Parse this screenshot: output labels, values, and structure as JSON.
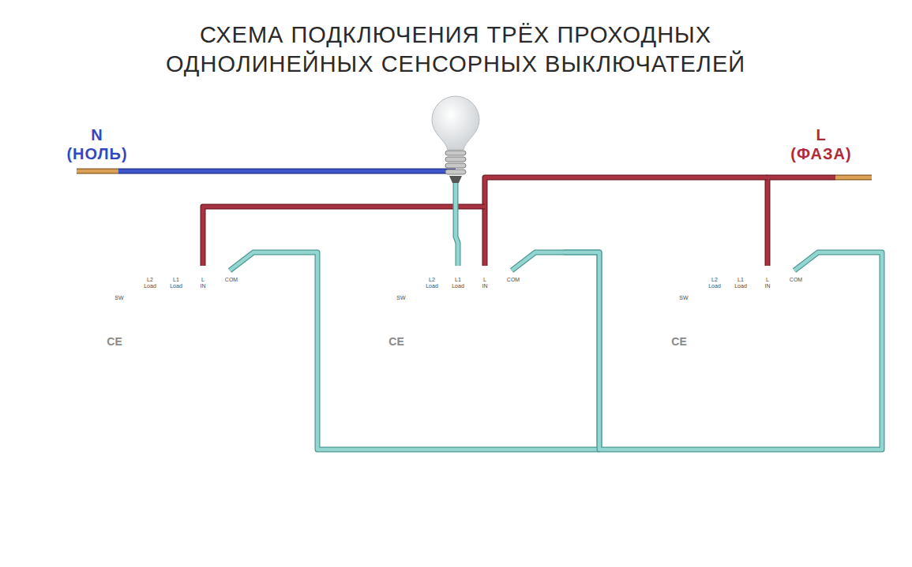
{
  "diagram": {
    "title": "СХЕМА ПОДКЛЮЧЕНИЯ ТРЁХ ПРОХОДНЫХ ОДНОЛИНЕЙНЫХ СЕНСОРНЫХ ВЫКЛЮЧАТЕЛЕЙ",
    "nodes": [
      {
        "text": [
          "SW",
          "L2",
          "Load",
          "L1",
          "Load",
          "L",
          "IN",
          "COM",
          "CE"
        ]
      },
      {
        "text": [
          "SW",
          "L2",
          "Load",
          "L1",
          "Load",
          "L",
          "IN",
          "COM",
          "CE"
        ]
      },
      {
        "text": [
          "SW",
          "L2",
          "Load",
          "L1",
          "Load",
          "L",
          "IN",
          "COM",
          "CE"
        ]
      }
    ],
    "edges": [
      {
        "from": 0,
        "to": 1,
        "arrow": "none"
      },
      {
        "from": 1,
        "to": 2,
        "arrow": "none"
      }
    ],
    "labels": [
      "N",
      "(НОЛЬ)",
      "L",
      "(ФАЗА)"
    ]
  }
}
